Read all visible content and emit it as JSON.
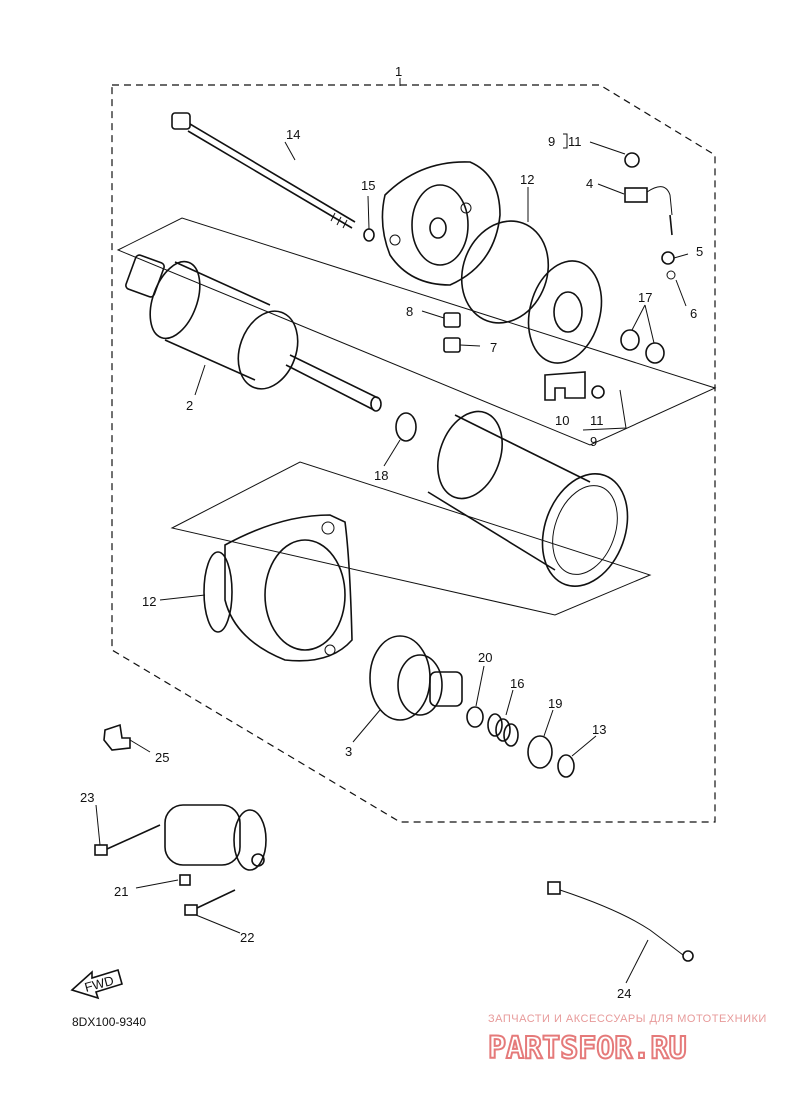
{
  "diagram_code": "8DX100-9340",
  "fwd_text": "FWD",
  "watermark": {
    "tagline": "ЗАПЧАСТИ И АКСЕССУАРЫ ДЛЯ МОТОТЕХНИКИ",
    "brand": "PARTSFOR.RU"
  },
  "labels": {
    "n1": "1",
    "n2": "2",
    "n3": "3",
    "n4": "4",
    "n5": "5",
    "n6": "6",
    "n7": "7",
    "n8": "8",
    "n9a": "9",
    "n11a": "11",
    "n9b": "9",
    "n10": "10",
    "n11b": "11",
    "n12a": "12",
    "n12b": "12",
    "n13": "13",
    "n14": "14",
    "n15": "15",
    "n16": "16",
    "n17": "17",
    "n18": "18",
    "n19": "19",
    "n20": "20",
    "n21": "21",
    "n22": "22",
    "n23": "23",
    "n24": "24",
    "n25": "25"
  }
}
